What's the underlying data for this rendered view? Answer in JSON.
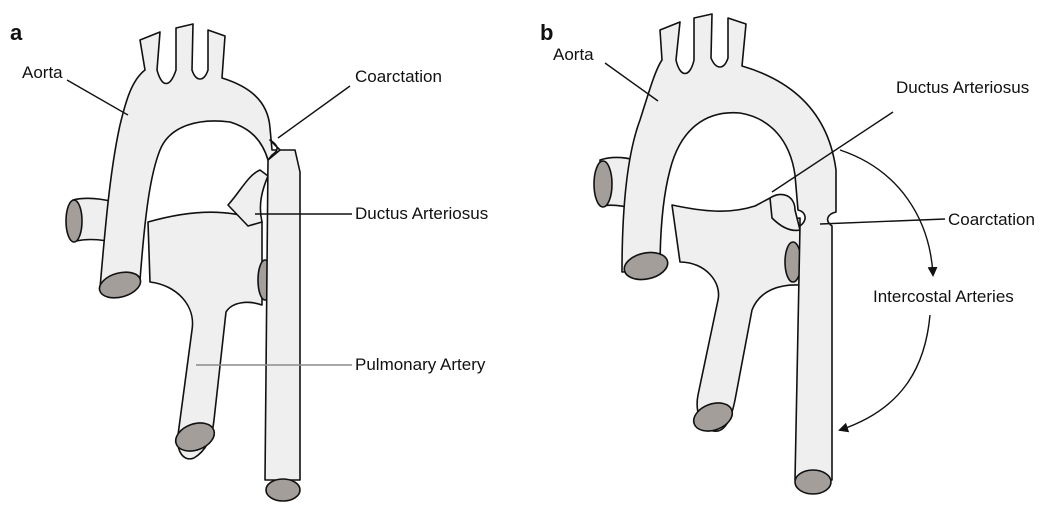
{
  "panel_a": {
    "letter": "a",
    "labels": {
      "aorta": "Aorta",
      "coarctation": "Coarctation",
      "ductus": "Ductus Arteriosus",
      "pulmonary": "Pulmonary Artery"
    }
  },
  "panel_b": {
    "letter": "b",
    "labels": {
      "aorta": "Aorta",
      "ductus": "Ductus Arteriosus",
      "coarctation": "Coarctation",
      "intercostal": "Intercostal Arteries"
    }
  },
  "colors": {
    "vessel_fill": "#efefef",
    "lumen_fill": "#a39e9a",
    "outline": "#111111",
    "pulmonary_leader": "#8c8c8c"
  }
}
